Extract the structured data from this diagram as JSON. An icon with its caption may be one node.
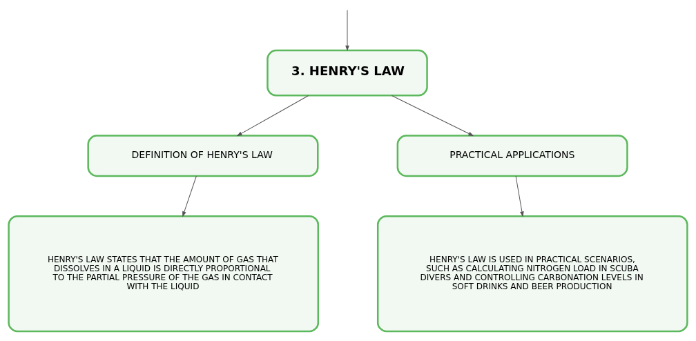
{
  "diagram": {
    "nodes": [
      {
        "text": [
          "3. HENRY'S LAW"
        ]
      },
      {
        "text": [
          "DEFINITION OF HENRY'S LAW"
        ]
      },
      {
        "text": [
          "PRACTICAL APPLICATIONS"
        ]
      },
      {
        "text": [
          "HENRY'S LAW STATES THAT THE AMOUNT OF GAS THAT DISSOLVES IN A LIQUID IS DIRECTLY PROPORTIONAL TO THE PARTIAL PRESSURE OF THE GAS IN CONTACT WITH THE LIQUID"
        ]
      },
      {
        "text": [
          "HENRY'S LAW IS USED IN PRACTICAL SCENARIOS, SUCH AS CALCULATING NITROGEN LOAD IN SCUBA DIVERS AND CONTROLLING CARBONATION LEVELS IN SOFT DRINKS AND BEER PRODUCTION"
        ]
      }
    ],
    "edges": [
      {
        "from": null,
        "to": 0,
        "arrow": "to"
      },
      {
        "from": 0,
        "to": 1,
        "arrow": "to"
      },
      {
        "from": 0,
        "to": 2,
        "arrow": "to"
      },
      {
        "from": 1,
        "to": 3,
        "arrow": "to"
      },
      {
        "from": 2,
        "to": 4,
        "arrow": "to"
      }
    ]
  }
}
